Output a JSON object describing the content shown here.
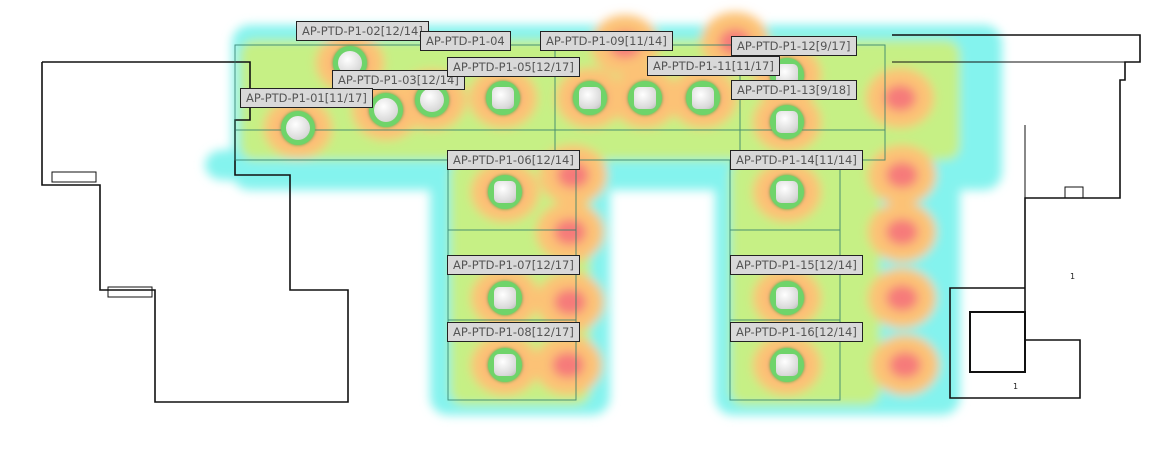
{
  "map": {
    "colors": {
      "weak": "#84f3ee",
      "fair": "#c9ef7e",
      "good": "#fcc276",
      "strong": "#f67a7a",
      "ap_ring": "#6fd46a"
    },
    "access_points": [
      {
        "id": "01",
        "label": "AP-PTD-P1-01[11/17]",
        "device": "round"
      },
      {
        "id": "02",
        "label": "AP-PTD-P1-02[12/14]",
        "device": "round"
      },
      {
        "id": "03",
        "label": "AP-PTD-P1-03[12/14]",
        "device": "round"
      },
      {
        "id": "04",
        "label": "AP-PTD-P1-04",
        "device": "round"
      },
      {
        "id": "05",
        "label": "AP-PTD-P1-05[12/17]",
        "device": "square"
      },
      {
        "id": "09",
        "label": "AP-PTD-P1-09[11/14]",
        "device": "square"
      },
      {
        "id": "10",
        "label": "",
        "device": "square"
      },
      {
        "id": "11",
        "label": "AP-PTD-P1-11[11/17]",
        "device": "square"
      },
      {
        "id": "12",
        "label": "AP-PTD-P1-12[9/17]",
        "device": "square"
      },
      {
        "id": "13",
        "label": "AP-PTD-P1-13[9/18]",
        "device": "square"
      },
      {
        "id": "06",
        "label": "AP-PTD-P1-06[12/14]",
        "device": "square"
      },
      {
        "id": "14",
        "label": "AP-PTD-P1-14[11/14]",
        "device": "square"
      },
      {
        "id": "07",
        "label": "AP-PTD-P1-07[12/17]",
        "device": "square"
      },
      {
        "id": "15",
        "label": "AP-PTD-P1-15[12/14]",
        "device": "square"
      },
      {
        "id": "08",
        "label": "AP-PTD-P1-08[12/17]",
        "device": "square"
      },
      {
        "id": "16",
        "label": "AP-PTD-P1-16[12/14]",
        "device": "square"
      }
    ],
    "room_numbers": [
      "1",
      "1"
    ]
  }
}
